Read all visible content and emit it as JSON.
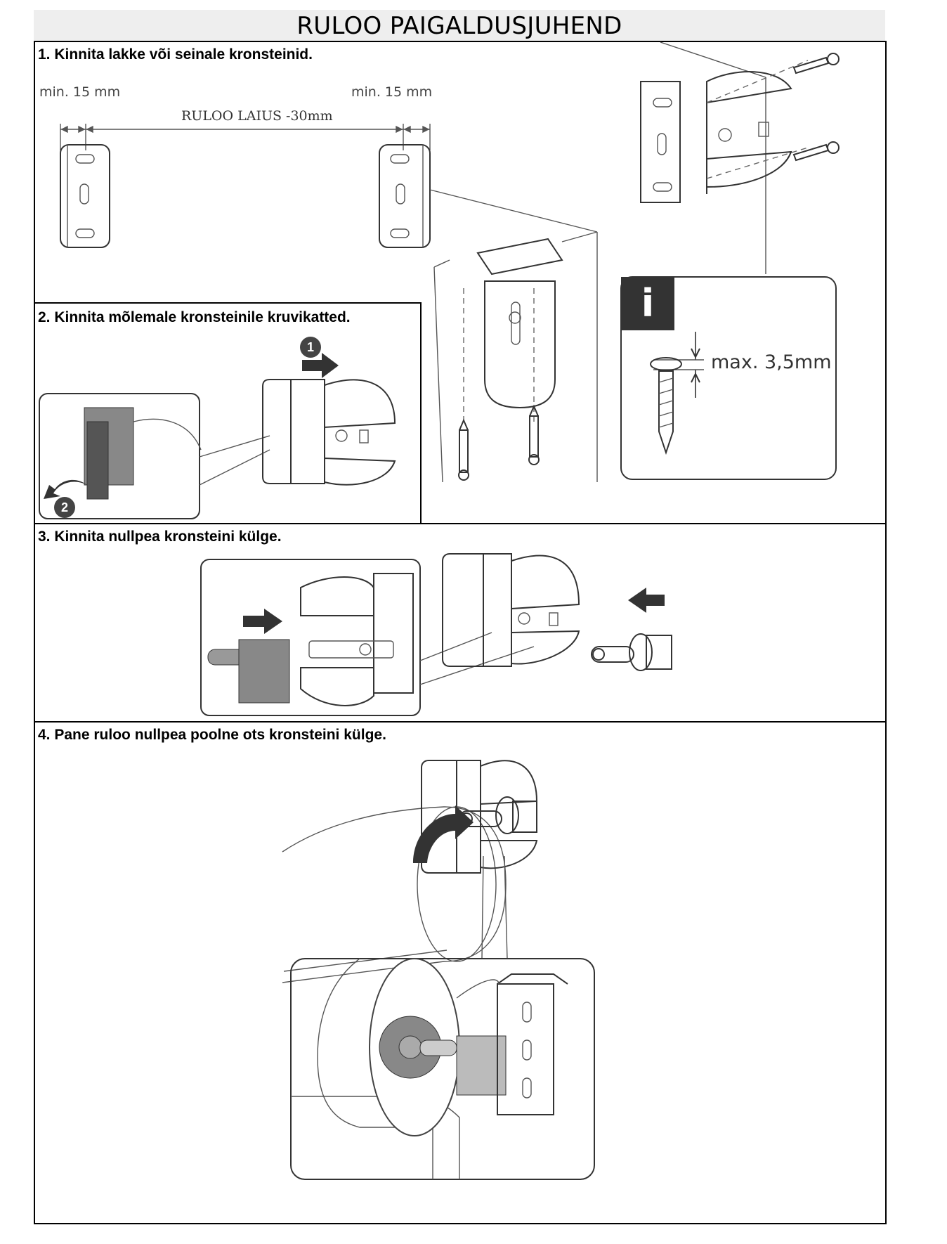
{
  "document": {
    "title": "RULOO PAIGALDUSJUHEND",
    "steps": [
      {
        "label": "1. Kinnita lakke või seinale kronsteinid."
      },
      {
        "label": "2. Kinnita mõlemale kronsteinile kruvikatted."
      },
      {
        "label": "3. Kinnita nullpea kronsteini külge."
      },
      {
        "label": "4. Pane ruloo nullpea poolne ots kronsteini külge."
      }
    ]
  },
  "figure1": {
    "min_left": "min. 15 mm",
    "min_right": "min. 15 mm",
    "width_label": "RULOO LAIUS -30mm"
  },
  "info_box": {
    "icon_letter": "i",
    "max_label": "max. 3,5mm"
  },
  "figure2": {
    "callout_1": "1",
    "callout_2": "2"
  },
  "icons": [
    "info-icon",
    "screw-icon",
    "bracket-icon",
    "arrow-icon",
    "roller-icon"
  ]
}
